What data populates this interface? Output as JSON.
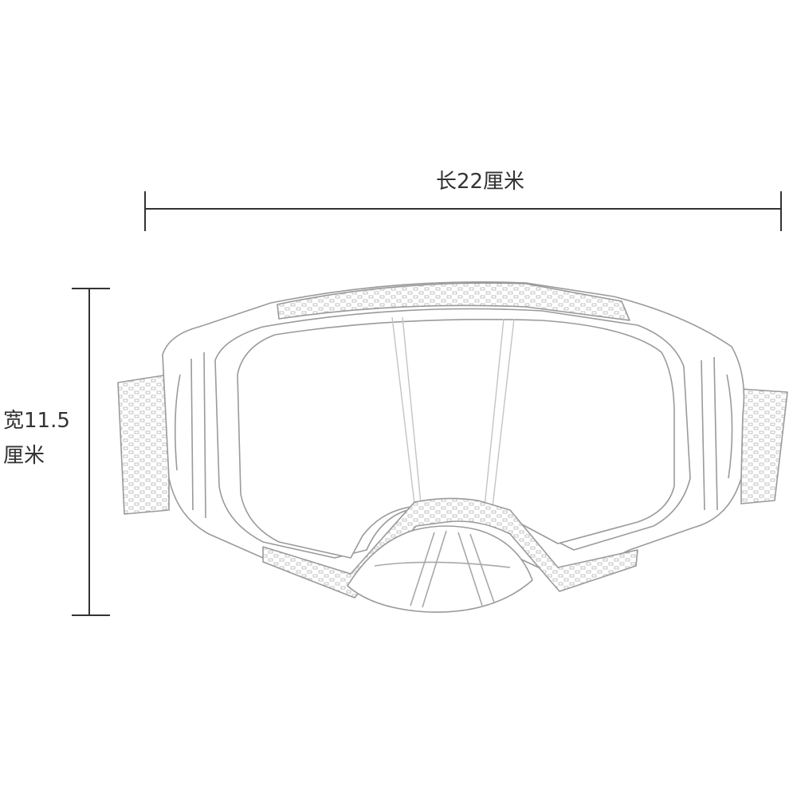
{
  "dimensions": {
    "length_label": "长22厘米",
    "width_label_line1": "宽11.5",
    "width_label_line2": "厘米"
  },
  "product": {
    "icon": "goggles-illustration",
    "line_color": "#9a9a9a",
    "dimension_line_color": "#333333"
  }
}
